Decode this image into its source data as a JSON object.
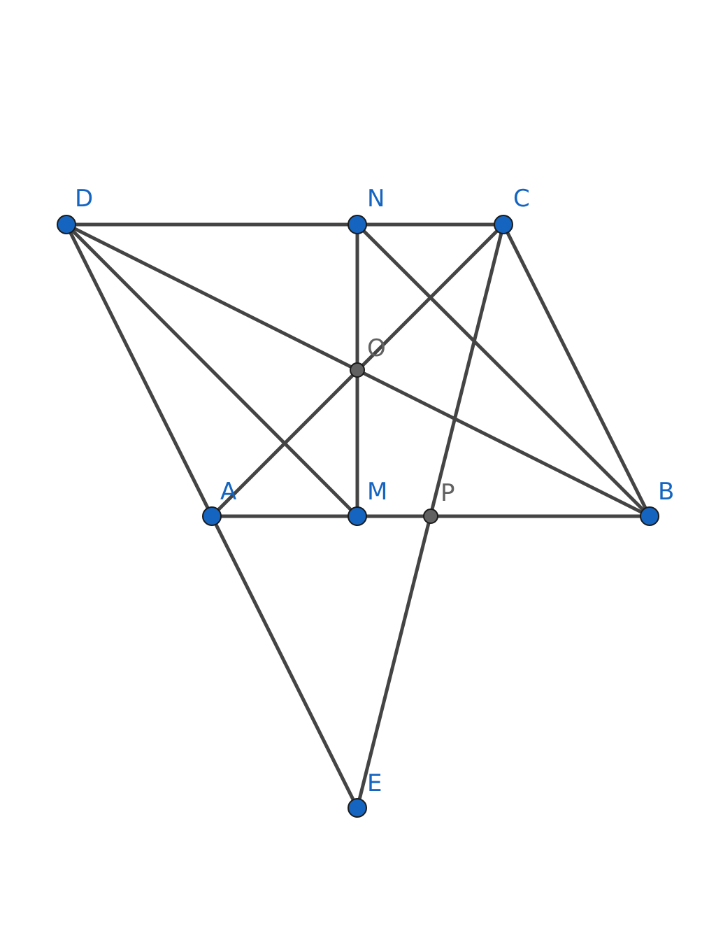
{
  "diagram": {
    "points": {
      "D": {
        "label": "D",
        "kind": "free"
      },
      "N": {
        "label": "N",
        "kind": "free"
      },
      "C": {
        "label": "C",
        "kind": "free"
      },
      "O": {
        "label": "O",
        "kind": "dependent"
      },
      "A": {
        "label": "A",
        "kind": "free"
      },
      "M": {
        "label": "M",
        "kind": "free"
      },
      "P": {
        "label": "P",
        "kind": "dependent"
      },
      "B": {
        "label": "B",
        "kind": "free"
      },
      "E": {
        "label": "E",
        "kind": "free"
      }
    },
    "segments": [
      [
        "D",
        "N"
      ],
      [
        "N",
        "C"
      ],
      [
        "D",
        "A"
      ],
      [
        "D",
        "M"
      ],
      [
        "D",
        "B"
      ],
      [
        "N",
        "M"
      ],
      [
        "N",
        "B"
      ],
      [
        "C",
        "A"
      ],
      [
        "C",
        "B"
      ],
      [
        "C",
        "E"
      ],
      [
        "A",
        "B"
      ],
      [
        "A",
        "E"
      ]
    ],
    "colors": {
      "free_point": "#1565c0",
      "dependent_point": "#616161",
      "segment": "#444444",
      "free_label": "#1565c0",
      "dependent_label": "#616161"
    }
  }
}
